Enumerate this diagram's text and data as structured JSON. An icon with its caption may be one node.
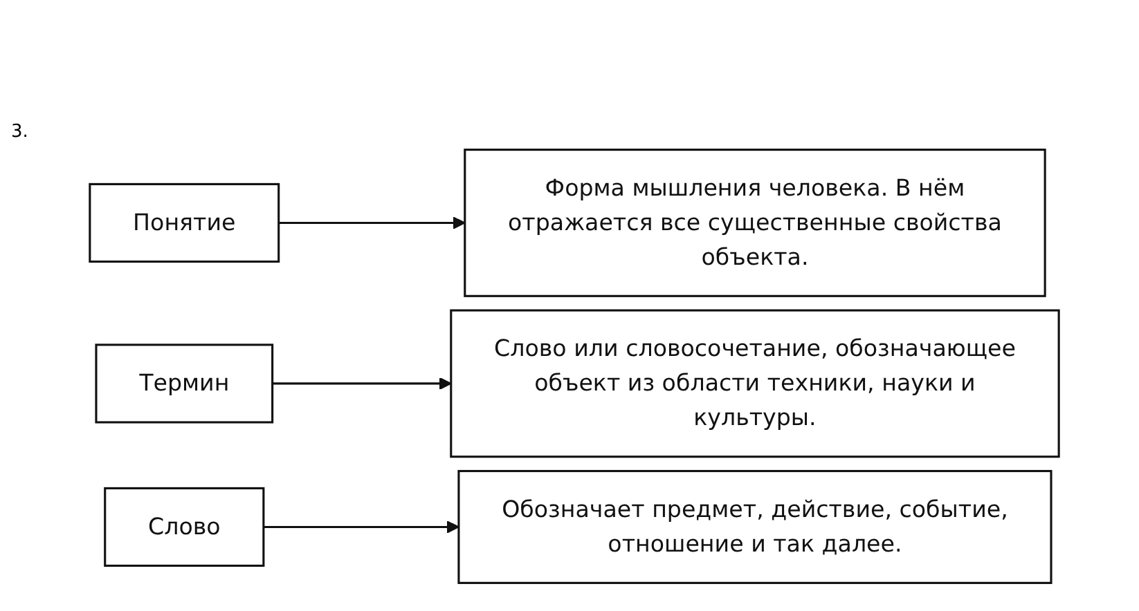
{
  "diagram": {
    "nodes": [
      {
        "text": [
          "Понятие"
        ]
      },
      {
        "text": [
          "Термин"
        ]
      },
      {
        "text": [
          "Слово"
        ]
      },
      {
        "text": [
          "Слово или словосочетание, обозначающее объект из области техники, науки и культуры."
        ]
      },
      {
        "text": [
          "Обозначает предмет, действие, событие, отношение и так далее."
        ]
      },
      {
        "text": [
          "Форма мышления человека. В нём отражается все существенные свойства объекта."
        ]
      }
    ],
    "edges": [
      {
        "from": 0,
        "to": 5,
        "arrow": "to"
      },
      {
        "from": 1,
        "to": 3,
        "arrow": "to"
      },
      {
        "from": 2,
        "to": 4,
        "arrow": "to"
      }
    ],
    "labels": [
      "3."
    ]
  }
}
